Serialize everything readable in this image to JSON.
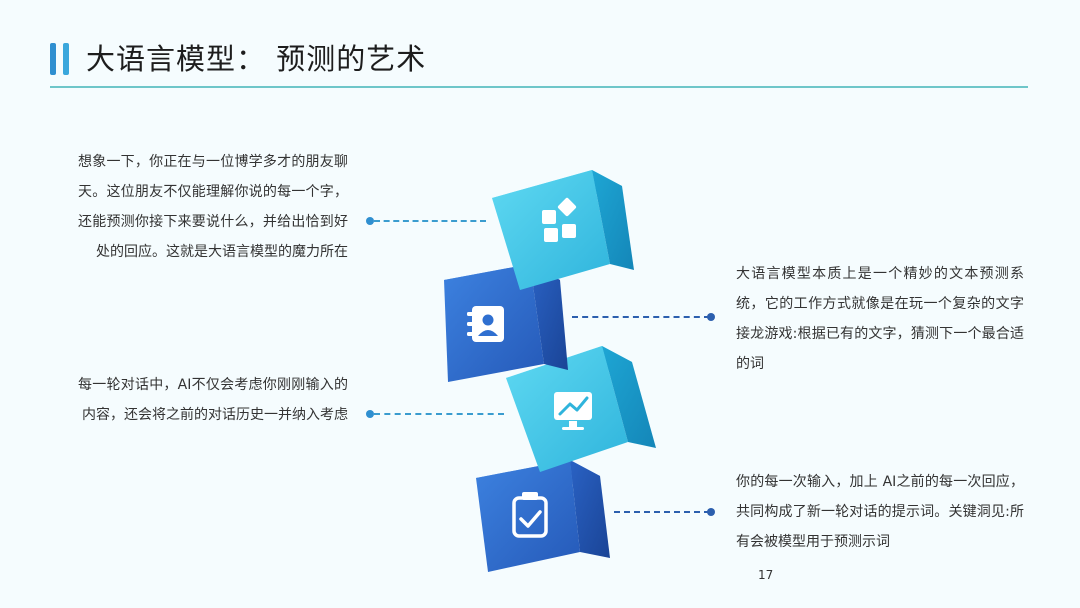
{
  "slide": {
    "title": "大语言模型： 预测的艺术",
    "page_number": "17"
  },
  "paragraphs": {
    "p1": "想象一下，你正在与一位博学多才的朋友聊天。这位朋友不仅能理解你说的每一个字，还能预测你接下来要说什么，并给出恰到好处的回应。这就是大语言模型的魔力所在",
    "p2": "每一轮对话中，AI不仅会考虑你刚刚输入的内容，还会将之前的对话历史一并纳入考虑",
    "p3": "大语言模型本质上是一个精妙的文本预测系统，它的工作方式就像是在玩一个复杂的文字接龙游戏:根据已有的文字，猜测下一个最合适的词",
    "p4": "你的每一次输入，加上 AI之前的每一次回应，共同构成了新一轮对话的提示词。关键洞见:所有会被模型用于预测示词"
  },
  "cubes": [
    {
      "icon": "grid-apps-icon",
      "style": "light"
    },
    {
      "icon": "contact-book-icon",
      "style": "dark"
    },
    {
      "icon": "monitor-chart-icon",
      "style": "light"
    },
    {
      "icon": "clipboard-check-icon",
      "style": "dark"
    }
  ],
  "colors": {
    "accent": "#2f8fd0",
    "rule": "#6ec6c9",
    "light_cube": "#3fc8e8",
    "dark_cube": "#2f6fd0",
    "background": "#f5fcfe"
  }
}
